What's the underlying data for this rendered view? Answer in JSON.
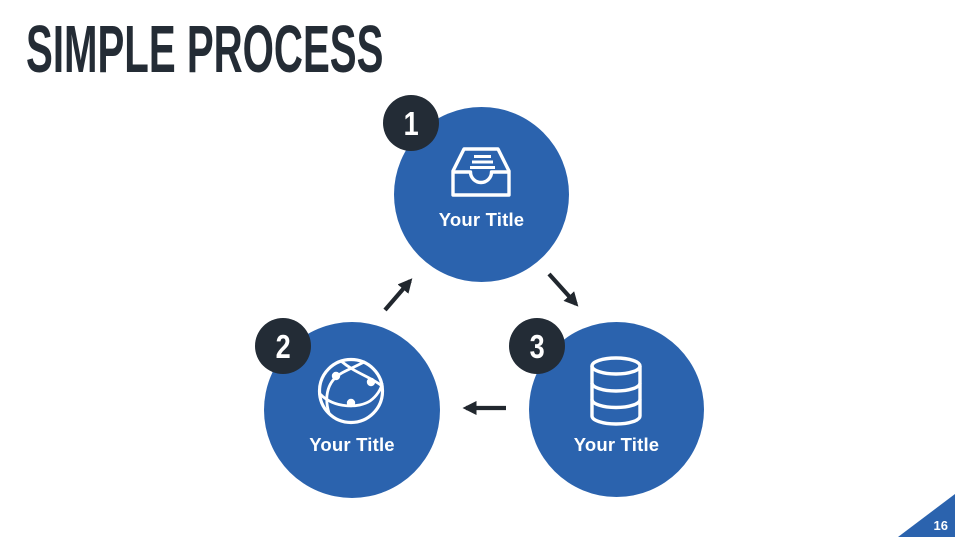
{
  "slide": {
    "title": "SIMPLE PROCESS",
    "page_number": "16",
    "colors": {
      "accent_blue": "#2b63ae",
      "dark": "#232c36",
      "text_on_blue": "#ffffff"
    },
    "diagram": {
      "type": "cycle",
      "steps": [
        {
          "number": "1",
          "label": "Your Title",
          "icon": "inbox-tray-icon"
        },
        {
          "number": "2",
          "label": "Your Title",
          "icon": "globe-network-icon"
        },
        {
          "number": "3",
          "label": "Your Title",
          "icon": "database-icon"
        }
      ],
      "arrows": [
        {
          "from": "2",
          "to": "1"
        },
        {
          "from": "1",
          "to": "3"
        },
        {
          "from": "3",
          "to": "2"
        }
      ]
    }
  }
}
